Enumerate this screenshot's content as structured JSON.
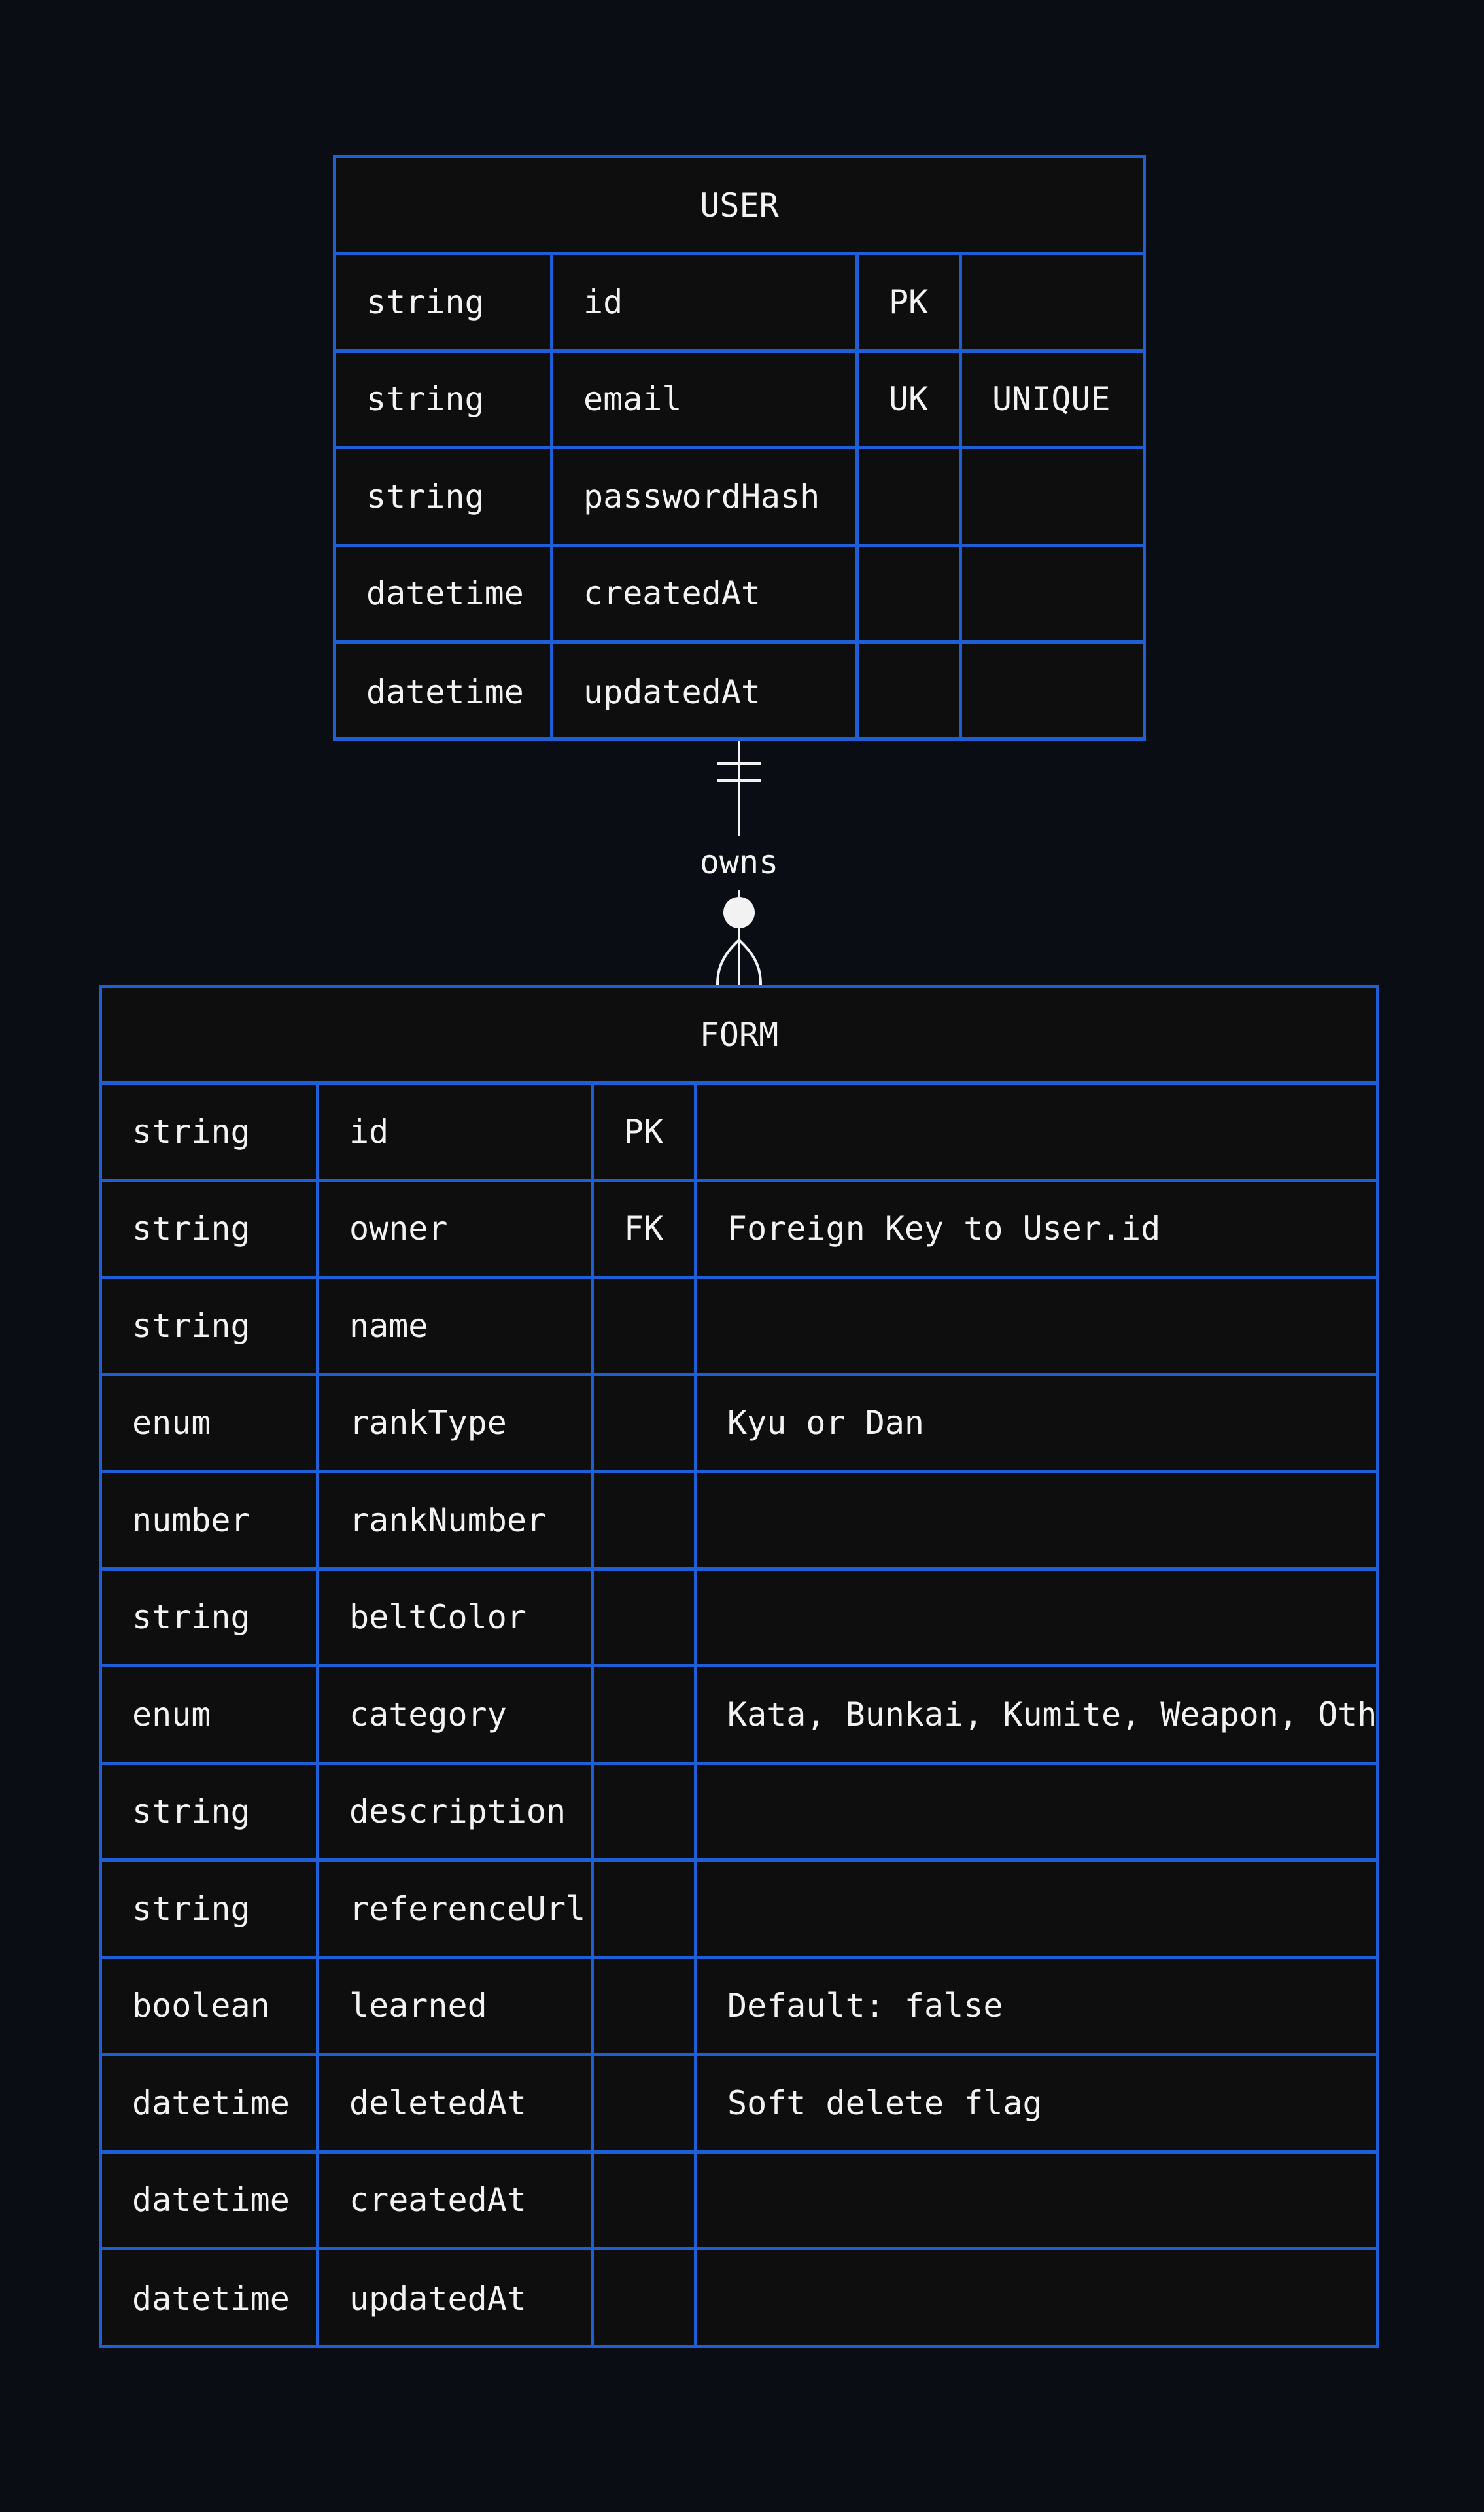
{
  "entities": {
    "user": {
      "title": "USER",
      "rows": [
        {
          "type": "string",
          "name": "id",
          "key": "PK",
          "note": ""
        },
        {
          "type": "string",
          "name": "email",
          "key": "UK",
          "note": "UNIQUE"
        },
        {
          "type": "string",
          "name": "passwordHash",
          "key": "",
          "note": ""
        },
        {
          "type": "datetime",
          "name": "createdAt",
          "key": "",
          "note": ""
        },
        {
          "type": "datetime",
          "name": "updatedAt",
          "key": "",
          "note": ""
        }
      ]
    },
    "form": {
      "title": "FORM",
      "rows": [
        {
          "type": "string",
          "name": "id",
          "key": "PK",
          "note": ""
        },
        {
          "type": "string",
          "name": "owner",
          "key": "FK",
          "note": "Foreign Key to User.id"
        },
        {
          "type": "string",
          "name": "name",
          "key": "",
          "note": ""
        },
        {
          "type": "enum",
          "name": "rankType",
          "key": "",
          "note": "Kyu or Dan"
        },
        {
          "type": "number",
          "name": "rankNumber",
          "key": "",
          "note": ""
        },
        {
          "type": "string",
          "name": "beltColor",
          "key": "",
          "note": ""
        },
        {
          "type": "enum",
          "name": "category",
          "key": "",
          "note": "Kata, Bunkai, Kumite, Weapon, Other"
        },
        {
          "type": "string",
          "name": "description",
          "key": "",
          "note": ""
        },
        {
          "type": "string",
          "name": "referenceUrl",
          "key": "",
          "note": ""
        },
        {
          "type": "boolean",
          "name": "learned",
          "key": "",
          "note": "Default: false"
        },
        {
          "type": "datetime",
          "name": "deletedAt",
          "key": "",
          "note": "Soft delete flag"
        },
        {
          "type": "datetime",
          "name": "createdAt",
          "key": "",
          "note": ""
        },
        {
          "type": "datetime",
          "name": "updatedAt",
          "key": "",
          "note": ""
        }
      ]
    }
  },
  "relationship": {
    "label": "owns",
    "from": "USER",
    "to": "FORM",
    "from_cardinality": "exactly-one",
    "to_cardinality": "zero-or-more"
  },
  "colors": {
    "background": "#0b0d14",
    "entity_fill": "#0e0e0f",
    "border": "#1f5fd6",
    "text": "#f2f2f2"
  }
}
